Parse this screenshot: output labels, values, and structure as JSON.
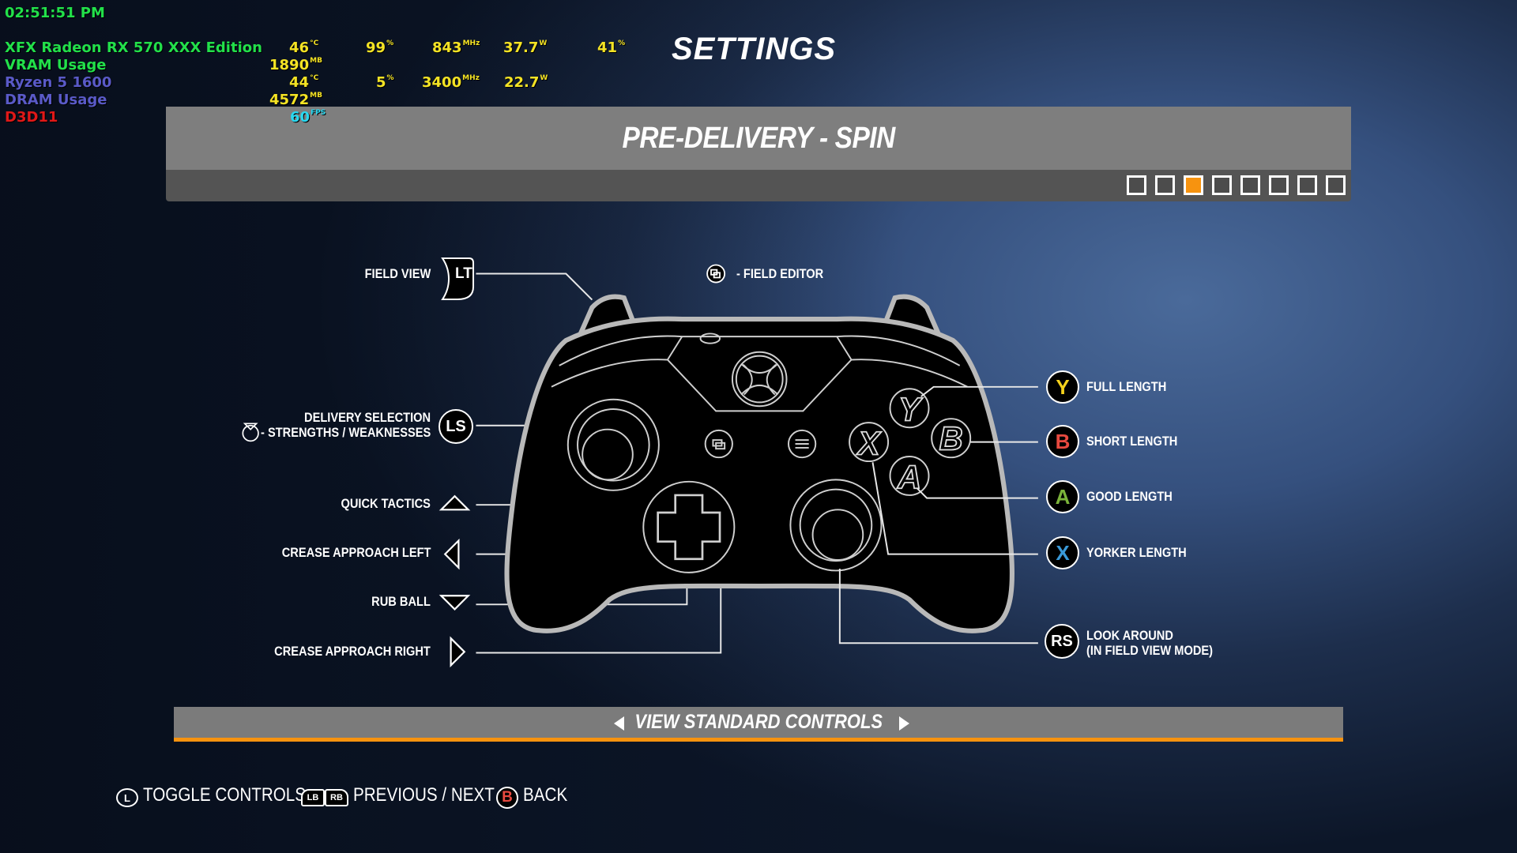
{
  "osd": {
    "time": "02:51:51 PM",
    "gpu": {
      "name": "XFX Radeon RX 570 XXX Edition",
      "temp": "46",
      "temp_unit": "°C",
      "load": "99",
      "load_unit": "%",
      "clock": "843",
      "clock_unit": "MHz",
      "power": "37.7",
      "power_unit": "W",
      "fan": "41",
      "fan_unit": "%"
    },
    "vram": {
      "label": "VRAM Usage",
      "value": "1890",
      "unit": "MB"
    },
    "cpu": {
      "name": "Ryzen 5 1600",
      "temp": "44",
      "temp_unit": "°C",
      "load": "5",
      "load_unit": "%",
      "clock": "3400",
      "clock_unit": "MHz",
      "power": "22.7",
      "power_unit": "W"
    },
    "dram": {
      "label": "DRAM Usage",
      "value": "4572",
      "unit": "MB"
    },
    "api": {
      "label": "D3D11",
      "fps": "60",
      "fps_unit": "FPS"
    }
  },
  "screen_title": "SETTINGS",
  "header": {
    "title": "PRE-DELIVERY - SPIN",
    "pages_total": 8,
    "page_current": 3
  },
  "field_editor": "- FIELD EDITOR",
  "left": {
    "field_view": "FIELD VIEW",
    "lt": "LT",
    "delivery_selection": "DELIVERY SELECTION",
    "strengths": "- STRENGTHS / WEAKNESSES",
    "ls": "LS",
    "quick_tactics": "QUICK TACTICS",
    "crease_left": "CREASE APPROACH LEFT",
    "rub_ball": "RUB BALL",
    "crease_right": "CREASE APPROACH RIGHT"
  },
  "right": [
    {
      "key": "Y",
      "label": "FULL LENGTH",
      "color": "#f5d21c"
    },
    {
      "key": "B",
      "label": "SHORT LENGTH",
      "color": "#e8493f"
    },
    {
      "key": "A",
      "label": "GOOD LENGTH",
      "color": "#7bb33a"
    },
    {
      "key": "X",
      "label": "YORKER LENGTH",
      "color": "#3a9ad9"
    }
  ],
  "rs": {
    "key": "RS",
    "line1": "LOOK AROUND",
    "line2": "(IN FIELD VIEW MODE)"
  },
  "view_bar": "VIEW STANDARD CONTROLS",
  "footer": {
    "toggle_key": "L",
    "toggle": "TOGGLE CONTROLS",
    "lb": "LB",
    "rb": "RB",
    "prevnext": "PREVIOUS / NEXT",
    "back_key": "B",
    "back": "BACK"
  }
}
